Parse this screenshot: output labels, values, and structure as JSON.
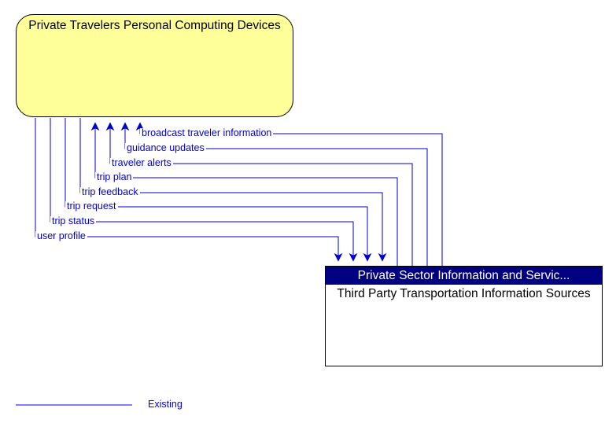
{
  "diagram": {
    "title": "Private Travelers Personal Computing Devices interface diagram",
    "colors": {
      "flow_line": "#0000cc",
      "node_fill_source": "#ffff99",
      "node_header_fill": "#000080",
      "node_header_text": "#ffffff",
      "node_border": "#000000",
      "legend_text": "#0000ff",
      "background": "#ffffff"
    }
  },
  "nodes": {
    "top": {
      "id": "private-travelers-personal-computing-devices",
      "label": "Private Travelers Personal Computing Devices",
      "shape": "rounded-rectangle",
      "fill": "#ffff99"
    },
    "bottom": {
      "id": "third-party-transportation-information-sources",
      "header": "Private Sector Information and Servic...",
      "header_full": "Private Sector Information and Services",
      "label": "Third Party Transportation Information Sources",
      "shape": "rectangle",
      "fill": "#ffffff"
    }
  },
  "flows": [
    {
      "label": "broadcast traveler information",
      "direction": "bottom-to-top",
      "status": "Existing"
    },
    {
      "label": "guidance updates",
      "direction": "bottom-to-top",
      "status": "Existing"
    },
    {
      "label": "traveler alerts",
      "direction": "bottom-to-top",
      "status": "Existing"
    },
    {
      "label": "trip plan",
      "direction": "bottom-to-top",
      "status": "Existing"
    },
    {
      "label": "trip feedback",
      "direction": "top-to-bottom",
      "status": "Existing"
    },
    {
      "label": "trip request",
      "direction": "top-to-bottom",
      "status": "Existing"
    },
    {
      "label": "trip status",
      "direction": "top-to-bottom",
      "status": "Existing"
    },
    {
      "label": "user profile",
      "direction": "top-to-bottom",
      "status": "Existing"
    }
  ],
  "legend": {
    "items": [
      {
        "label": "Existing",
        "line_color": "#0000ff",
        "style": "solid"
      }
    ]
  }
}
